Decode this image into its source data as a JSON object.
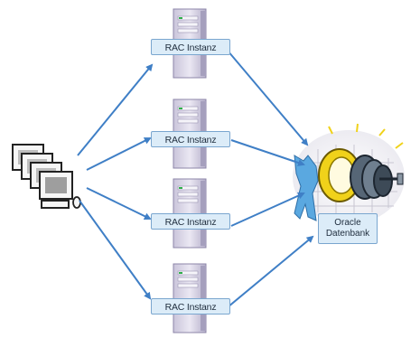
{
  "instances": [
    {
      "label": "RAC Instanz"
    },
    {
      "label": "RAC Instanz"
    },
    {
      "label": "RAC Instanz"
    },
    {
      "label": "RAC Instanz"
    }
  ],
  "database": {
    "line1": "Oracle",
    "line2": "Datenbank"
  },
  "colors": {
    "arrow": "#3f7fc6",
    "label_bg": "#dcecf8",
    "label_border": "#7aa6cf",
    "server": "#e4e1ee",
    "db_disk": "#f0d21a",
    "db_figure": "#5aa8e0"
  }
}
